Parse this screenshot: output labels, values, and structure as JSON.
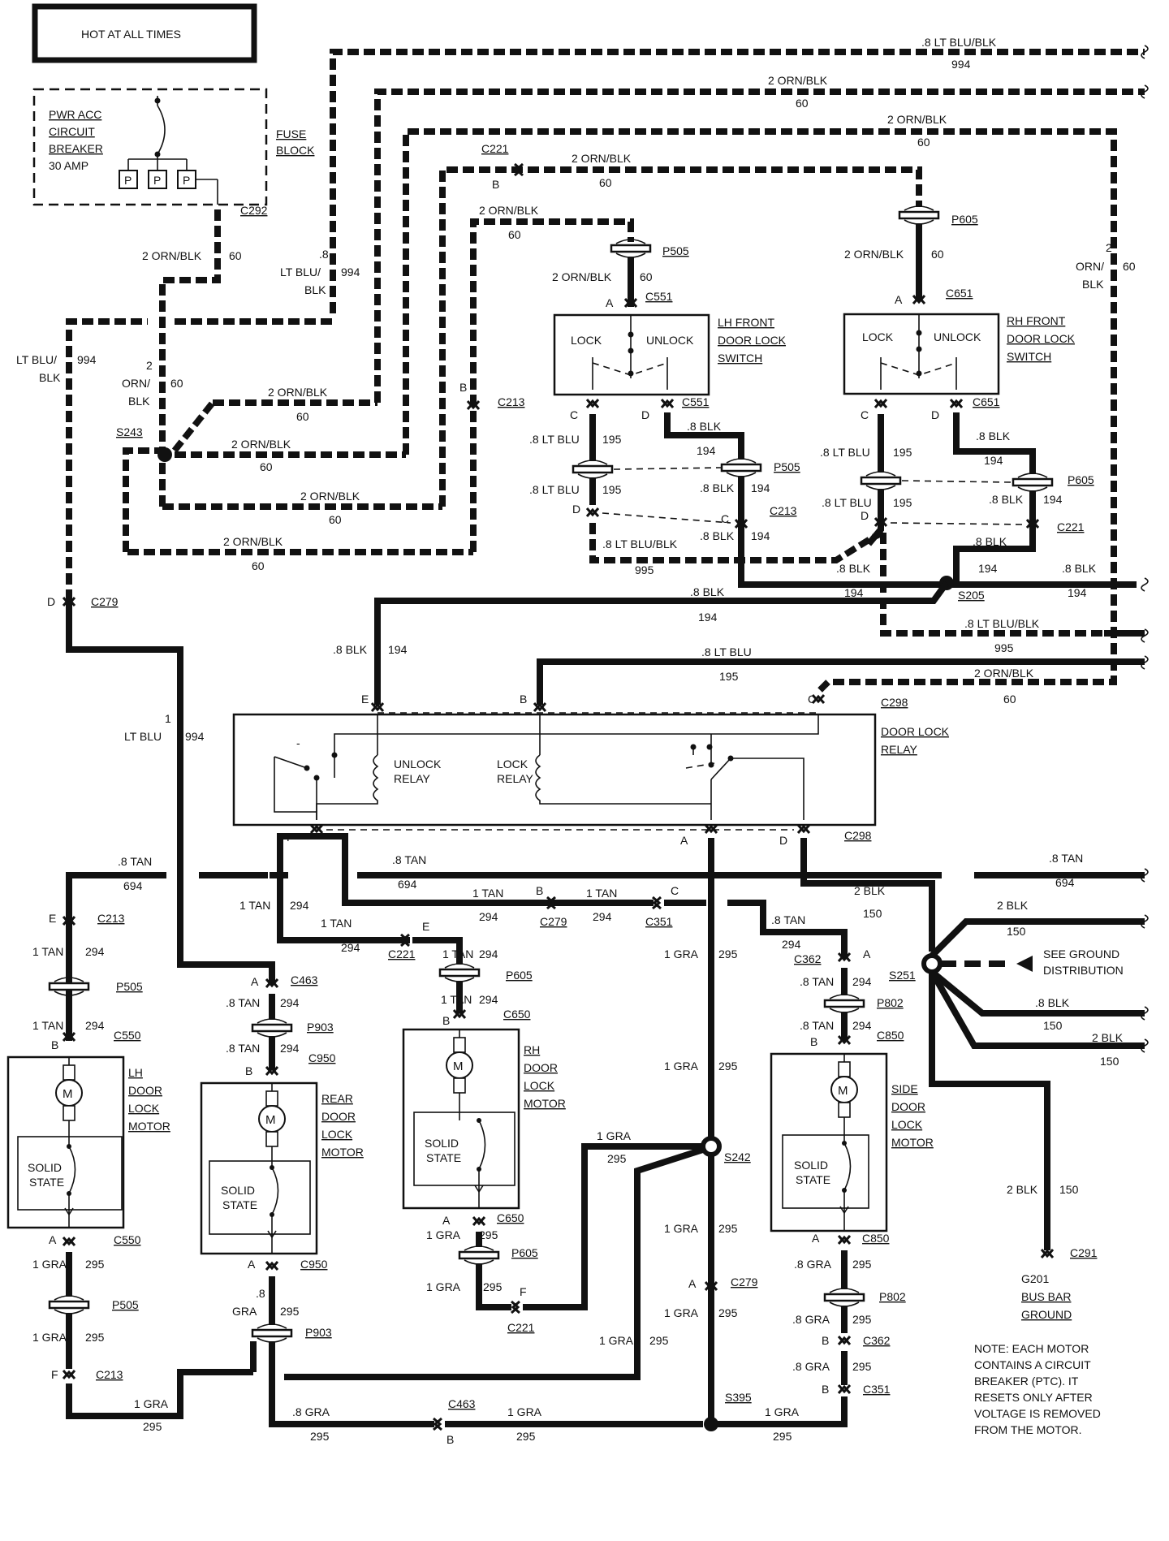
{
  "header": {
    "hot_label": "HOT AT ALL TIMES"
  },
  "fuse": {
    "breaker_l1": "PWR ACC",
    "breaker_l2": "CIRCUIT",
    "breaker_l3": "BREAKER",
    "breaker_l4": "30 AMP",
    "p": "P",
    "block_l1": "FUSE",
    "block_l2": "BLOCK",
    "conn": "C292"
  },
  "wires": {
    "w994_a": ".8 LT BLU/BLK",
    "c994": "994",
    "w60_a": "2 ORN/BLK",
    "c60": "60",
    "w195": ".8 LT BLU",
    "c195": "195",
    "w194": ".8 BLK",
    "c194": "194",
    "w995": ".8 LT BLU/BLK",
    "c995": "995",
    "w694": ".8 TAN",
    "c694": "694",
    "w294": "1 TAN",
    "w294b": ".8 TAN",
    "c294": "294",
    "w295": "1 GRA",
    "w295b": ".8 GRA",
    "c295": "295",
    "w150": "2 BLK",
    "w150b": ".8 BLK",
    "c150": "150",
    "w994c": "1",
    "w994c2": "LT BLU",
    "w994d": "LT BLU/",
    "w994d2": "BLK",
    "w994e_1": ".8",
    "w994e_2": "LT BLU/",
    "w994e_3": "BLK",
    "w60v_1": "2",
    "w60v_2": "ORN/",
    "w60v_3": "BLK",
    "w295v_1": ".8",
    "w295v_2": "GRA"
  },
  "splices": {
    "s243": "S243",
    "s205": "S205",
    "s251": "S251",
    "s242": "S242",
    "s395": "S395"
  },
  "connectors": {
    "c221": "C221",
    "c213": "C213",
    "c279": "C279",
    "c551": "C551",
    "c651": "C651",
    "p505": "P505",
    "p605": "P605",
    "c298": "C298",
    "c463": "C463",
    "p903": "P903",
    "c950": "C950",
    "c650": "C650",
    "c362": "C362",
    "p802": "P802",
    "c850": "C850",
    "c550": "C550",
    "c351": "C351",
    "c291": "C291"
  },
  "pins": {
    "a": "A",
    "b": "B",
    "c": "C",
    "d": "D",
    "e": "E",
    "f": "F"
  },
  "switches": {
    "lh_l1": "LH FRONT",
    "lh_l2": "DOOR LOCK",
    "lh_l3": "SWITCH",
    "rh_l1": "RH FRONT",
    "rh_l2": "DOOR LOCK",
    "rh_l3": "SWITCH",
    "lock": "LOCK",
    "unlock": "UNLOCK"
  },
  "relay": {
    "title_l1": "DOOR LOCK",
    "title_l2": "RELAY",
    "unlock_l1": "UNLOCK",
    "unlock_l2": "RELAY",
    "lock_l1": "LOCK",
    "lock_l2": "RELAY"
  },
  "motors": {
    "m": "M",
    "solid_l1": "SOLID",
    "solid_l2": "STATE",
    "lh": [
      "LH",
      "DOOR",
      "LOCK",
      "MOTOR"
    ],
    "rear": [
      "REAR",
      "DOOR",
      "LOCK",
      "MOTOR"
    ],
    "rh": [
      "RH",
      "DOOR",
      "LOCK",
      "MOTOR"
    ],
    "side": [
      "SIDE",
      "DOOR",
      "LOCK",
      "MOTOR"
    ]
  },
  "ground": {
    "see_l1": "SEE GROUND",
    "see_l2": "DISTRIBUTION",
    "g201": "G201",
    "bus_l1": "BUS BAR",
    "bus_l2": "GROUND"
  },
  "note": [
    "NOTE: EACH MOTOR",
    "CONTAINS A CIRCUIT",
    "BREAKER (PTC). IT",
    "RESETS ONLY AFTER",
    "VOLTAGE IS REMOVED",
    "FROM THE MOTOR."
  ]
}
